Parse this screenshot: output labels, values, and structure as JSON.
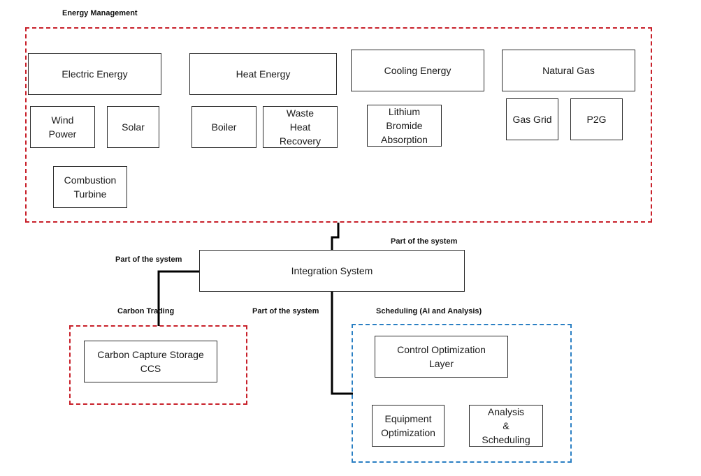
{
  "colors": {
    "group_red": "#c8202a",
    "group_blue": "#2a7fc3",
    "box_border": "#2b2b2b",
    "connector": "#000000"
  },
  "energy_management": {
    "title": "Energy Management",
    "electric": {
      "title": "Electric Energy",
      "wind": "Wind\nPower",
      "solar": "Solar",
      "turbine": "Combustion\nTurbine"
    },
    "heat": {
      "title": "Heat Energy",
      "boiler": "Boiler",
      "waste_heat": "Waste\nHeat\nRecovery"
    },
    "cooling": {
      "title": "Cooling Energy",
      "lithium": "Lithium\nBromide\nAbsorption"
    },
    "gas": {
      "title": "Natural Gas",
      "grid": "Gas Grid",
      "p2g": "P2G"
    }
  },
  "integration": {
    "title": "Integration System"
  },
  "connector_labels": {
    "top_right": "Part of the system",
    "left": "Part of the system",
    "bottom": "Part of the system"
  },
  "carbon": {
    "title": "Carbon Trading",
    "ccs": "Carbon Capture Storage\nCCS"
  },
  "scheduling": {
    "title": "Scheduling (AI and Analysis)",
    "control": "Control Optimization\nLayer",
    "equipment": "Equipment\nOptimization",
    "analysis": "Analysis\n&\nScheduling"
  }
}
